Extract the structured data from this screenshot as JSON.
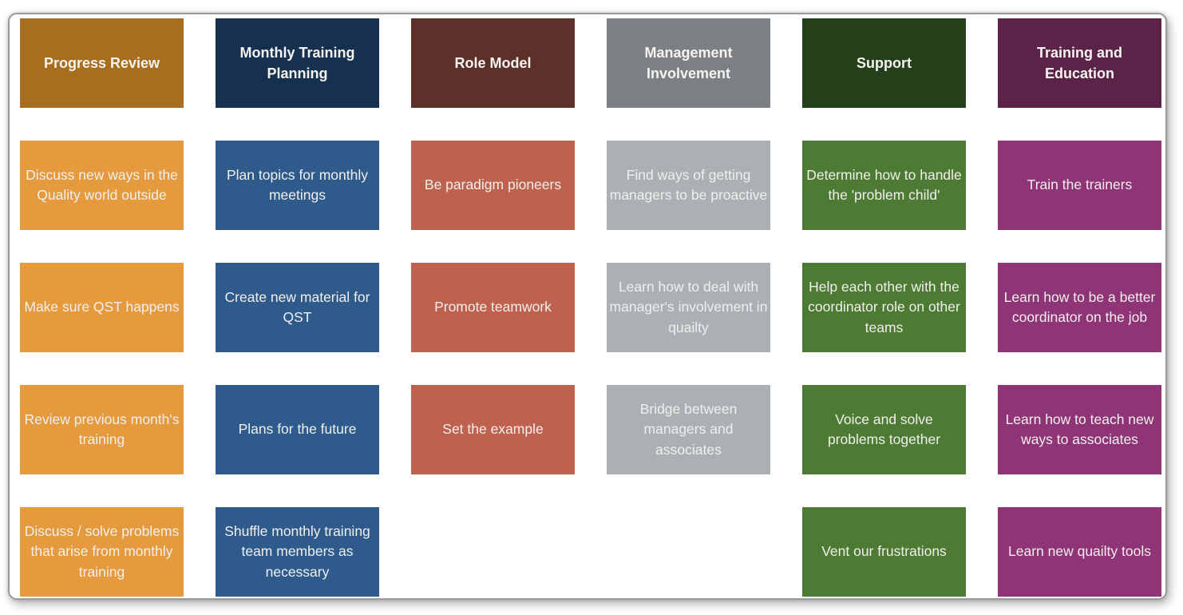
{
  "diagram": {
    "text_color": "#F1EFEC",
    "columns": [
      {
        "title": "Progress Review",
        "header_color": "#A76E20",
        "card_color": "#E59A3E",
        "cards": [
          "Discuss new ways in the Quality world outside",
          "Make sure QST happens",
          "Review previous month's training",
          "Discuss / solve problems that arise from monthly training"
        ]
      },
      {
        "title": "Monthly Training Planning",
        "header_color": "#16304F",
        "card_color": "#2E5B8C",
        "cards": [
          "Plan topics for monthly meetings",
          "Create new material for QST",
          "Plans for the future",
          "Shuffle monthly training team members as necessary"
        ]
      },
      {
        "title": "Role Model",
        "header_color": "#5E302A",
        "card_color": "#BE614F",
        "cards": [
          "Be paradigm pioneers",
          "Promote teamwork",
          "Set the example"
        ]
      },
      {
        "title": "Management Involvement",
        "header_color": "#7D8083",
        "card_color": "#ABB0B4",
        "cards": [
          "Find ways of getting managers to be proactive",
          "Learn how to deal with manager's involvement in quailty",
          "Bridge between managers and associates"
        ]
      },
      {
        "title": "Support",
        "header_color": "#24401A",
        "card_color": "#4D7B33",
        "cards": [
          "Determine how to handle the 'problem child'",
          "Help each other with the coordinator role on other teams",
          "Voice and solve problems together",
          "Vent our frustrations"
        ]
      },
      {
        "title": "Training and Education",
        "header_color": "#5B2348",
        "card_color": "#903478",
        "cards": [
          "Train the trainers",
          "Learn how to be a better coordinator on the job",
          "Learn how to teach new ways to associates",
          "Learn new quailty tools"
        ]
      }
    ]
  }
}
